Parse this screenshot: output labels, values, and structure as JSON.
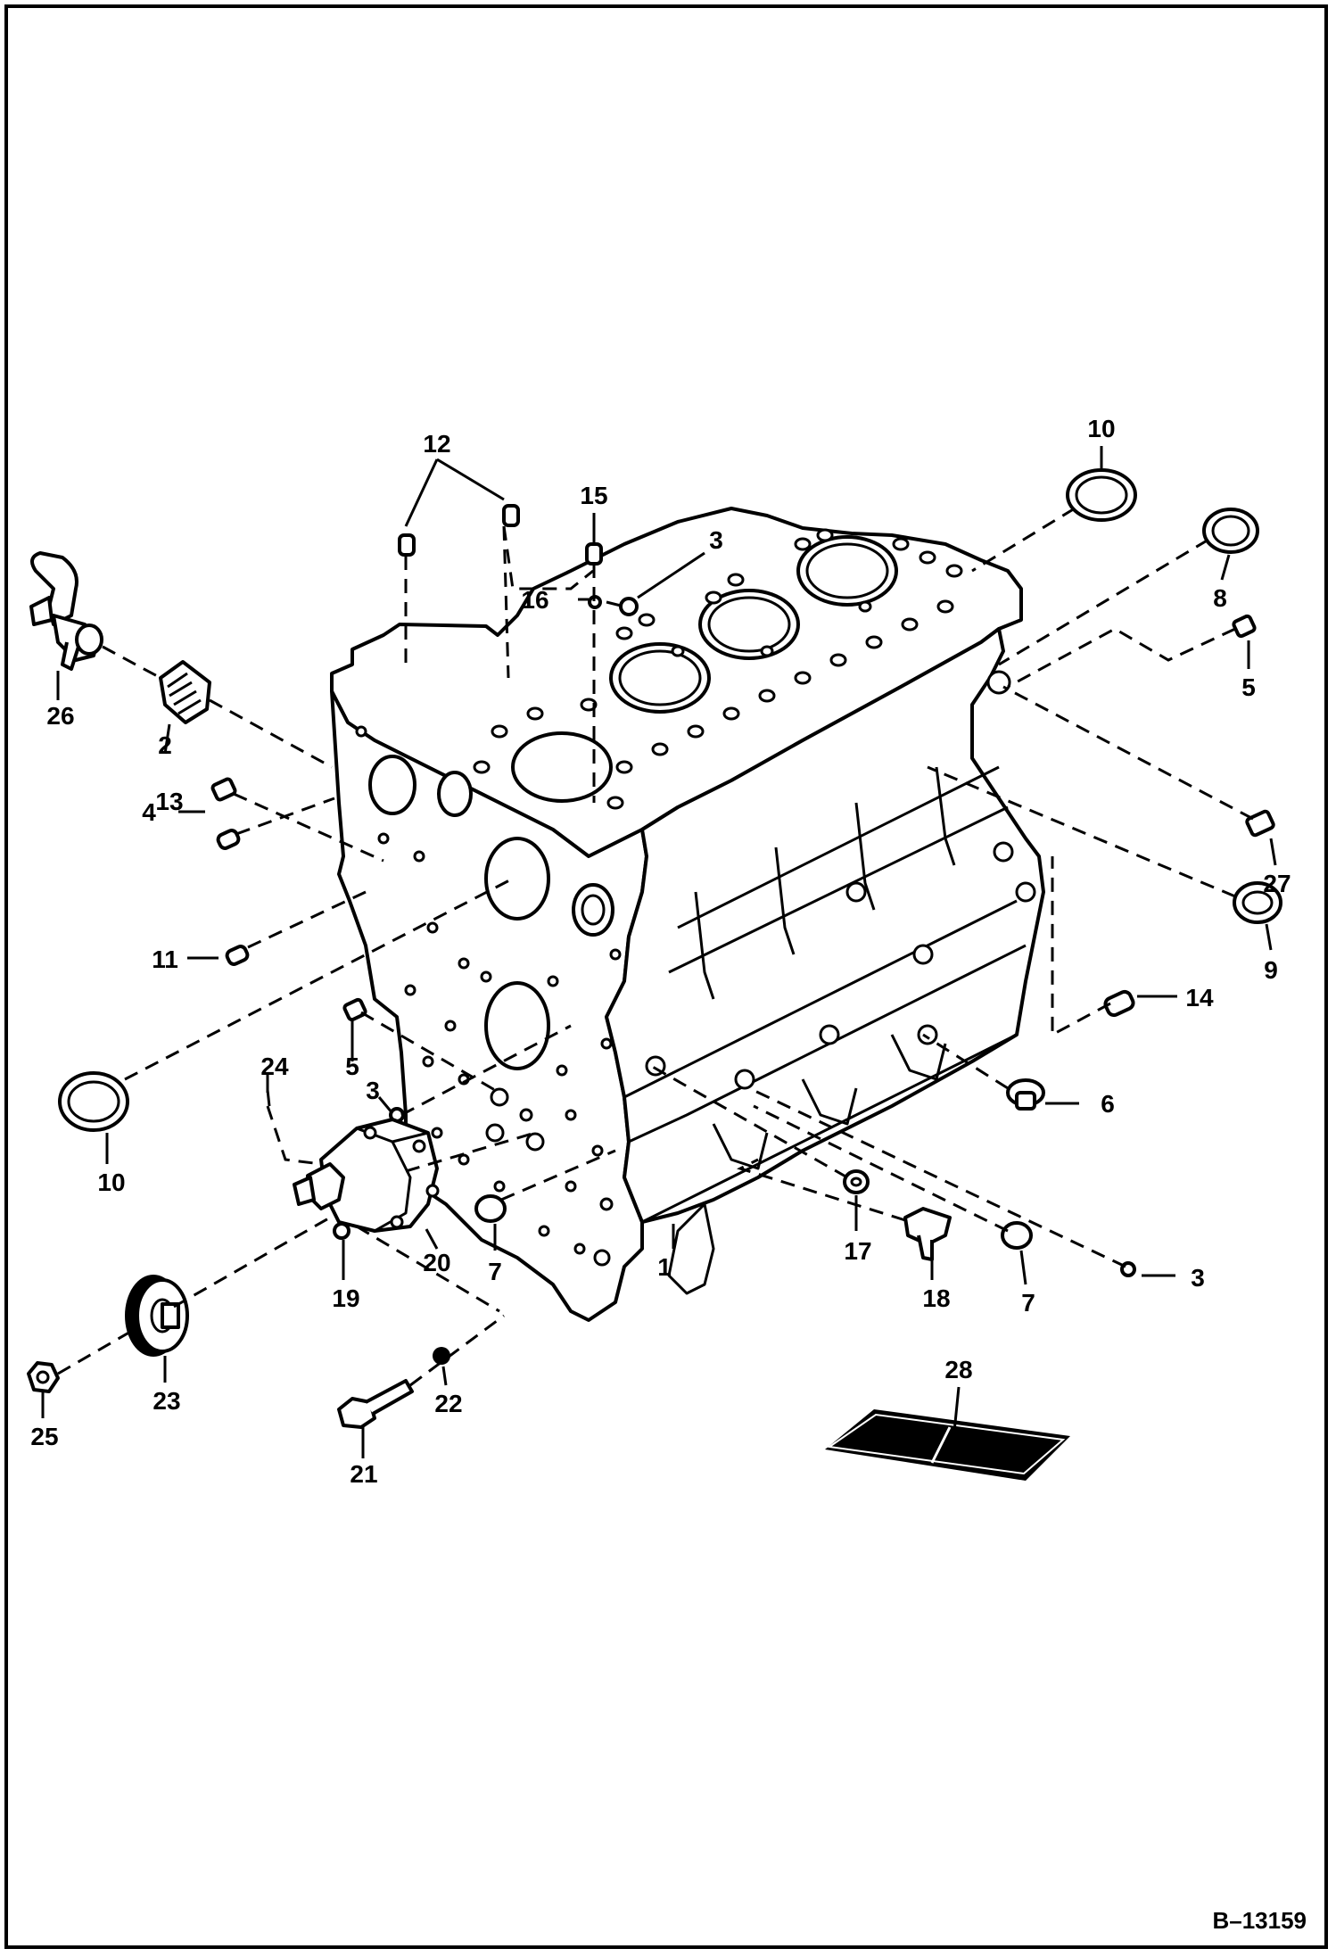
{
  "callouts": [
    {
      "id": "c1",
      "text": "1"
    },
    {
      "id": "c2",
      "text": "2"
    },
    {
      "id": "c3a",
      "text": "3"
    },
    {
      "id": "c3b",
      "text": "3"
    },
    {
      "id": "c3c",
      "text": "3"
    },
    {
      "id": "c4",
      "text": "4"
    },
    {
      "id": "c5a",
      "text": "5"
    },
    {
      "id": "c5b",
      "text": "5"
    },
    {
      "id": "c6",
      "text": "6"
    },
    {
      "id": "c7a",
      "text": "7"
    },
    {
      "id": "c7b",
      "text": "7"
    },
    {
      "id": "c8",
      "text": "8"
    },
    {
      "id": "c9",
      "text": "9"
    },
    {
      "id": "c10a",
      "text": "10"
    },
    {
      "id": "c10b",
      "text": "10"
    },
    {
      "id": "c11",
      "text": "11"
    },
    {
      "id": "c12",
      "text": "12"
    },
    {
      "id": "c13",
      "text": "13"
    },
    {
      "id": "c14",
      "text": "14"
    },
    {
      "id": "c15",
      "text": "15"
    },
    {
      "id": "c16",
      "text": "16"
    },
    {
      "id": "c17",
      "text": "17"
    },
    {
      "id": "c18",
      "text": "18"
    },
    {
      "id": "c19",
      "text": "19"
    },
    {
      "id": "c20",
      "text": "20"
    },
    {
      "id": "c21",
      "text": "21"
    },
    {
      "id": "c22",
      "text": "22"
    },
    {
      "id": "c23",
      "text": "23"
    },
    {
      "id": "c24",
      "text": "24"
    },
    {
      "id": "c25",
      "text": "25"
    },
    {
      "id": "c26",
      "text": "26"
    },
    {
      "id": "c27",
      "text": "27"
    },
    {
      "id": "c28",
      "text": "28"
    }
  ],
  "reference": "B–13159"
}
